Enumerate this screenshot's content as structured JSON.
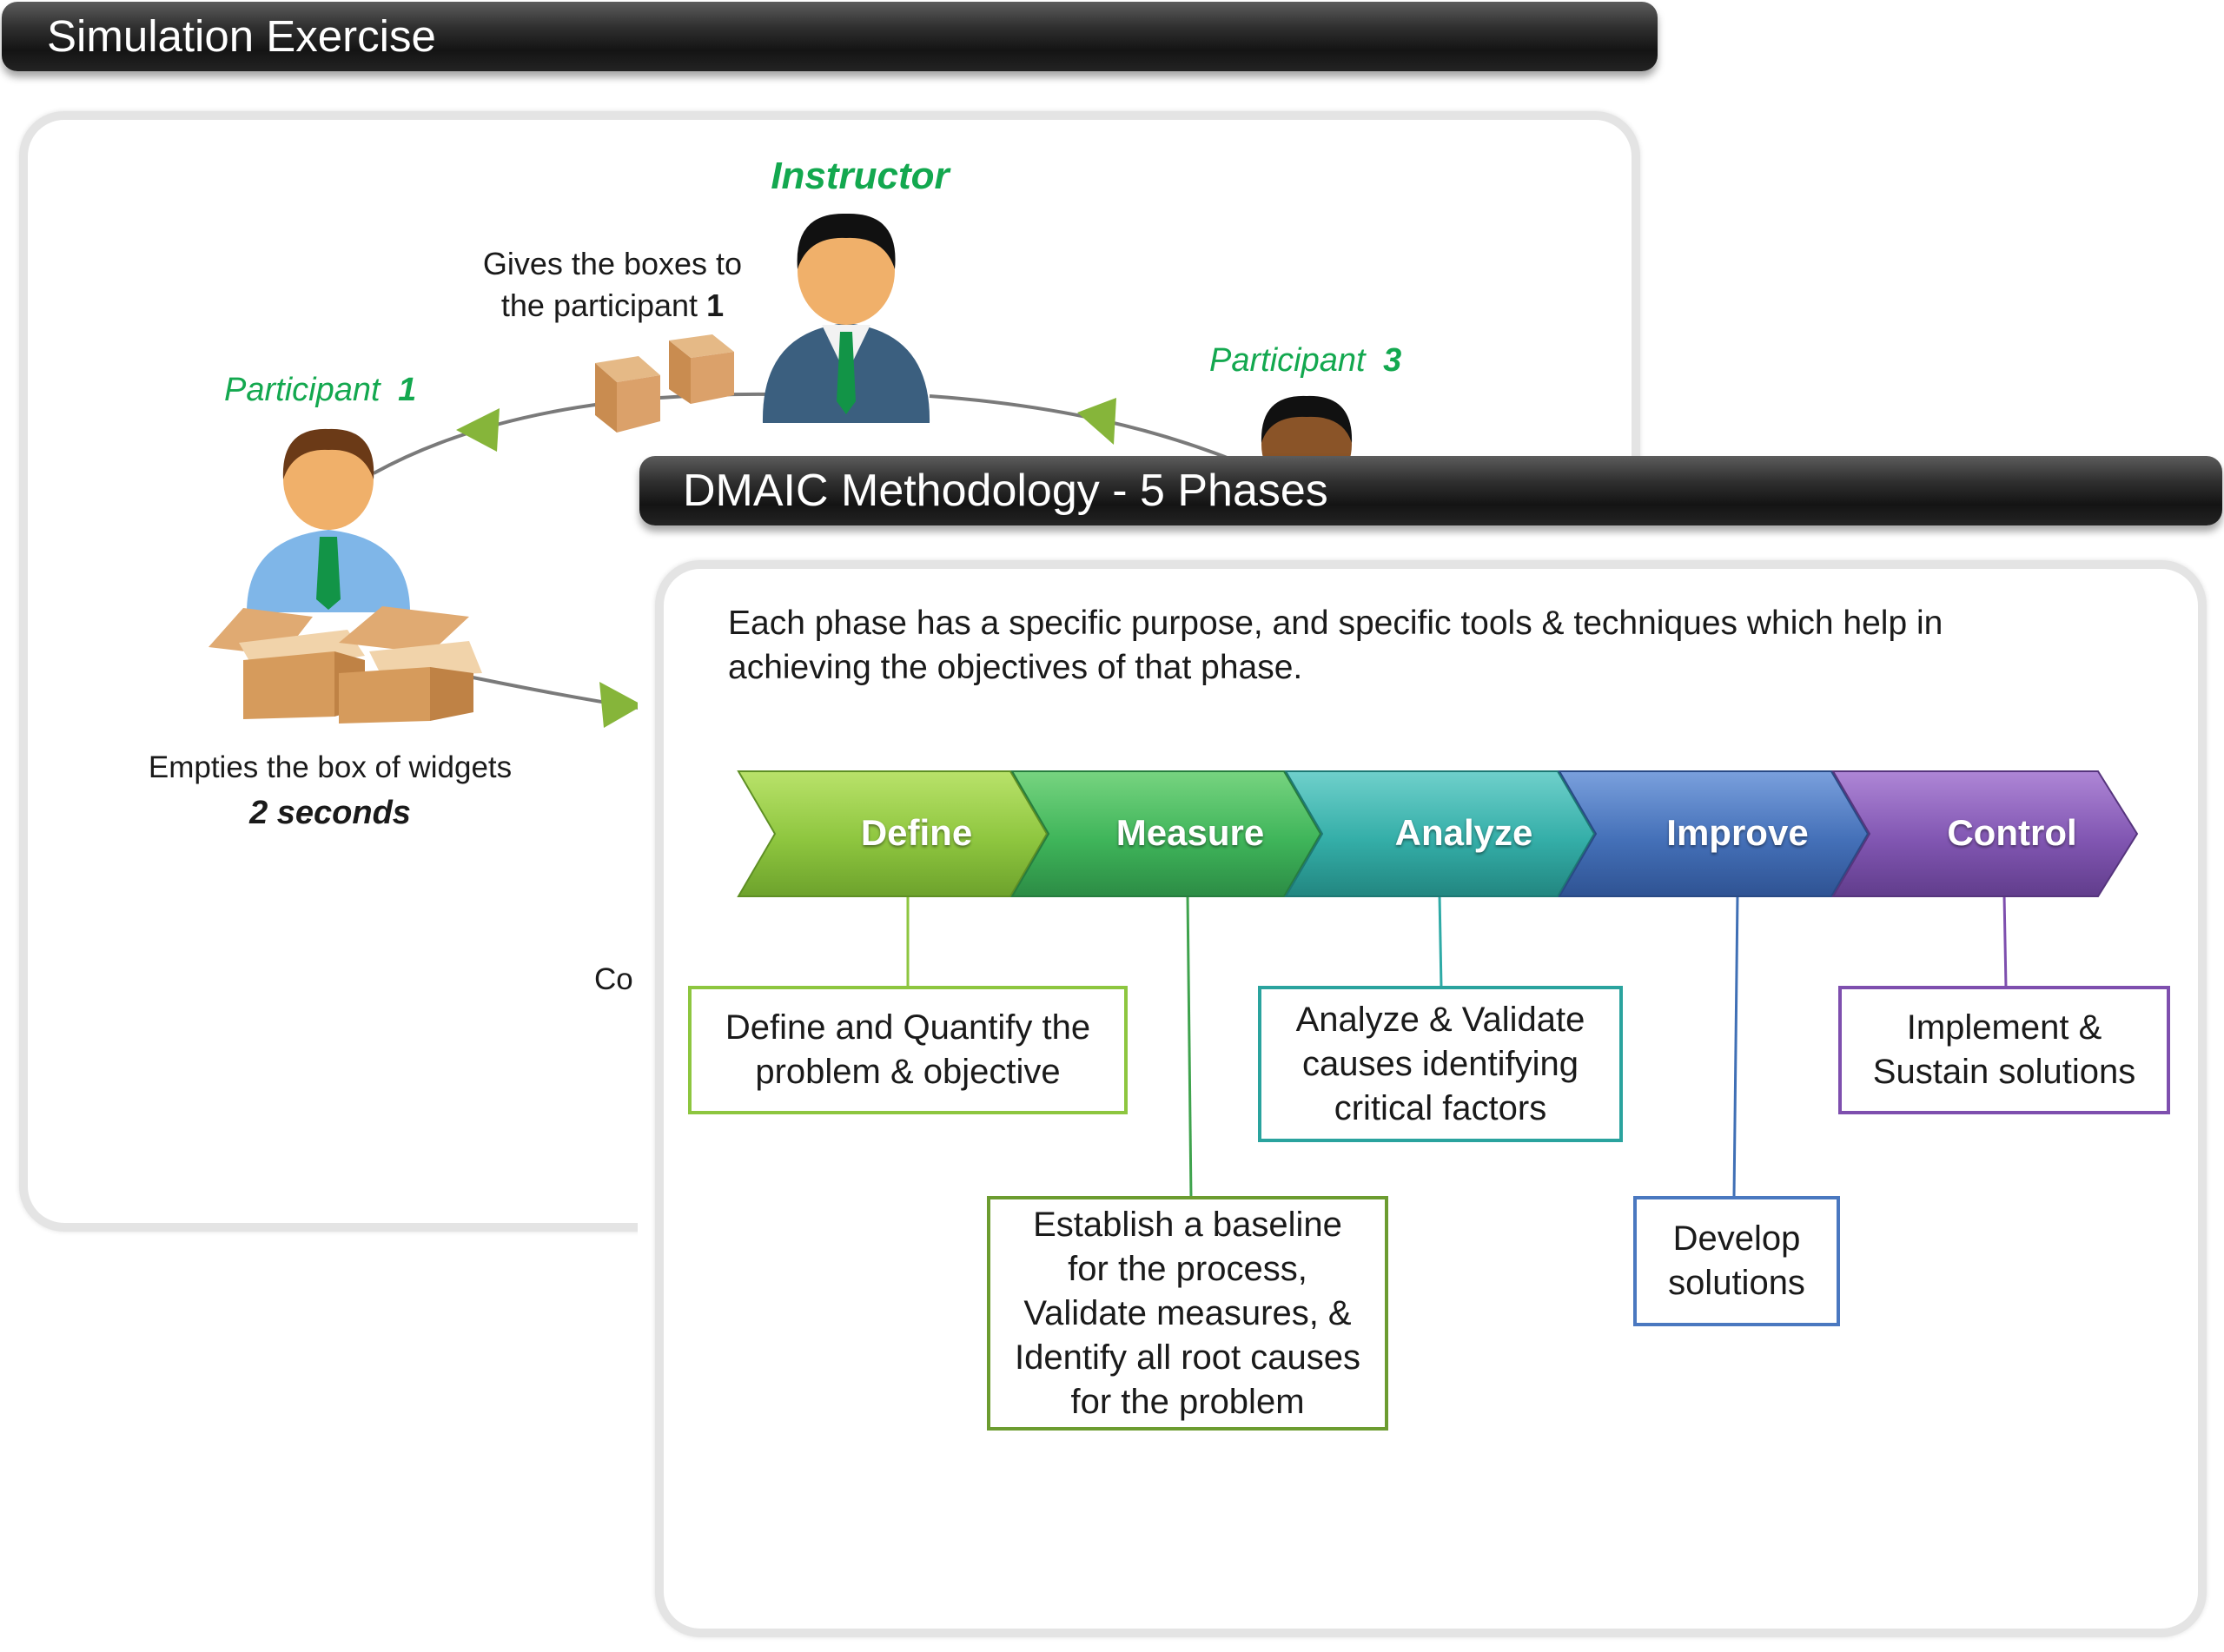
{
  "simulation": {
    "title": "Simulation Exercise",
    "instructor_label": "Instructor",
    "instructor_note_line1": "Gives the boxes to",
    "instructor_note_line2": "the participant",
    "instructor_note_num": "1",
    "participant1_label": "Participant",
    "participant1_num": "1",
    "participant3_label": "Participant",
    "participant3_num": "3",
    "participant1_note": "Empties the box of widgets",
    "participant1_time": "2 seconds",
    "partial_text": "Co"
  },
  "dmaic": {
    "title": "DMAIC Methodology - 5 Phases",
    "intro_line1": "Each phase has a specific purpose, and specific tools & techniques which help in",
    "intro_line2": "achieving the objectives of that phase.",
    "phases": [
      {
        "name": "Define",
        "color": "#8dc63f",
        "description": "Define and Quantify the\nproblem & objective"
      },
      {
        "name": "Measure",
        "color": "#3fb55a",
        "description": "Establish a baseline\nfor the process,\nValidate measures, &\nIdentify all root causes\nfor the problem"
      },
      {
        "name": "Analyze",
        "color": "#2eaaa6",
        "description": "Analyze & Validate\ncauses identifying\ncritical factors"
      },
      {
        "name": "Improve",
        "color": "#3f6fb5",
        "description": "Develop\nsolutions"
      },
      {
        "name": "Control",
        "color": "#7e4fae",
        "description": "Implement &\nSustain solutions"
      }
    ]
  }
}
